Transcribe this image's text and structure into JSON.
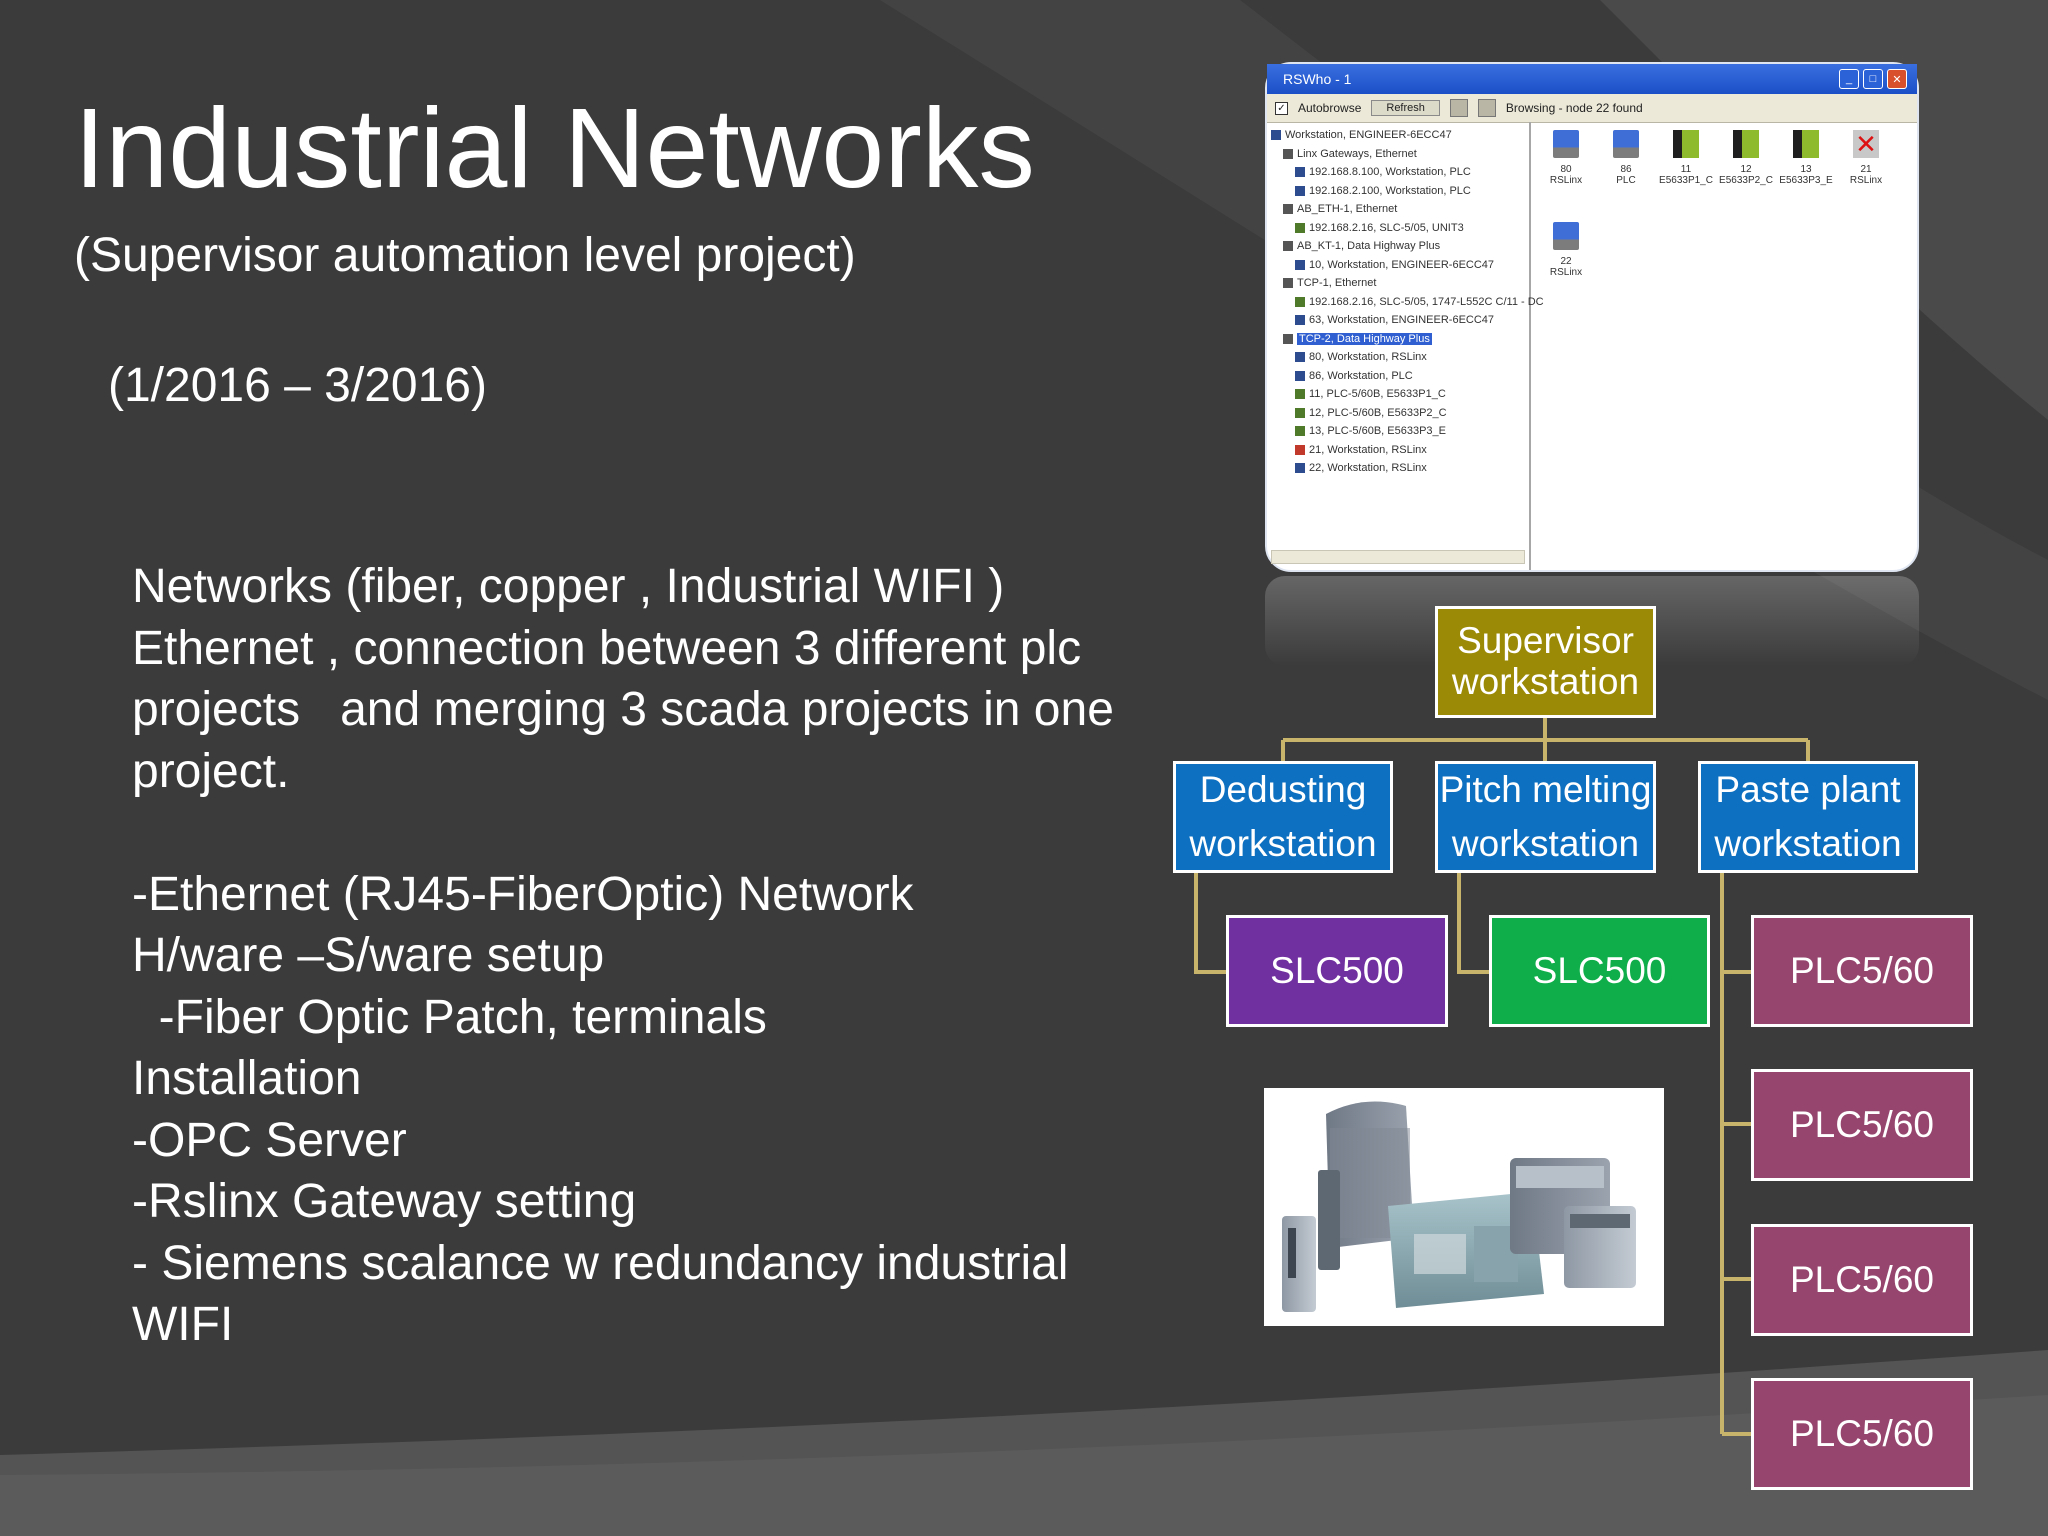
{
  "slide": {
    "title": "Industrial Networks",
    "subtitle": "(Supervisor automation level project)",
    "dates": "(1/2016 – 3/2016)",
    "body_lines": [
      "Networks (fiber, copper , Industrial WIFI )",
      "Ethernet , connection between 3 different plc",
      "projects   and merging 3 scada projects in one",
      "project.",
      "",
      "-Ethernet (RJ45-FiberOptic) Network",
      "H/ware –S/ware setup",
      "  -Fiber Optic Patch, terminals",
      "Installation",
      "-OPC Server",
      "-Rslinx Gateway setting",
      "- Siemens scalance w redundancy industrial",
      "WIFI"
    ]
  },
  "diagram": {
    "supervisor": {
      "line1": "Supervisor",
      "line2": "workstation",
      "color": "#9b8a06"
    },
    "workstations": [
      {
        "line1": "Dedusting",
        "line2": "workstation",
        "color": "#0d70c0"
      },
      {
        "line1": "Pitch melting",
        "line2": "workstation",
        "color": "#0d70c0"
      },
      {
        "line1": "Paste plant",
        "line2": "workstation",
        "color": "#0d70c0"
      }
    ],
    "controllers": [
      {
        "label": "SLC500",
        "color": "#7030a0"
      },
      {
        "label": "SLC500",
        "color": "#0fae4a"
      },
      {
        "label": "PLC5/60",
        "color": "#96466e"
      },
      {
        "label": "PLC5/60",
        "color": "#96466e"
      },
      {
        "label": "PLC5/60",
        "color": "#96466e"
      },
      {
        "label": "PLC5/60",
        "color": "#96466e"
      }
    ],
    "connector_color": "#c8b46a"
  },
  "rslinx_window": {
    "title": "RSWho - 1",
    "autobrowse_label": "Autobrowse",
    "refresh_label": "Refresh",
    "status": "Browsing - node 22 found",
    "tree": [
      "Workstation, ENGINEER-6ECC47",
      "Linx Gateways, Ethernet",
      "192.168.8.100, Workstation, PLC",
      "192.168.2.100, Workstation, PLC",
      "AB_ETH-1, Ethernet",
      "192.168.2.16, SLC-5/05, UNIT3",
      "AB_KT-1, Data Highway Plus",
      "10, Workstation, ENGINEER-6ECC47",
      "TCP-1, Ethernet",
      "192.168.2.16, SLC-5/05, 1747-L552C C/11 - DC",
      "63, Workstation, ENGINEER-6ECC47",
      "TCP-2, Data Highway Plus",
      "80, Workstation, RSLinx",
      "86, Workstation, PLC",
      "11, PLC-5/60B, E5633P1_C",
      "12, PLC-5/60B, E5633P2_C",
      "13, PLC-5/60B, E5633P3_E",
      "21, Workstation, RSLinx",
      "22, Workstation, RSLinx"
    ],
    "devices": [
      {
        "num": "80",
        "name": "RSLinx",
        "icon": "workstation-icon"
      },
      {
        "num": "86",
        "name": "PLC",
        "icon": "workstation-icon"
      },
      {
        "num": "11",
        "name": "E5633P1_C",
        "icon": "plc-icon"
      },
      {
        "num": "12",
        "name": "E5633P2_C",
        "icon": "plc-icon"
      },
      {
        "num": "13",
        "name": "E5633P3_E",
        "icon": "plc-icon"
      },
      {
        "num": "21",
        "name": "RSLinx",
        "icon": "error-icon"
      },
      {
        "num": "22",
        "name": "RSLinx",
        "icon": "workstation-icon"
      }
    ]
  }
}
